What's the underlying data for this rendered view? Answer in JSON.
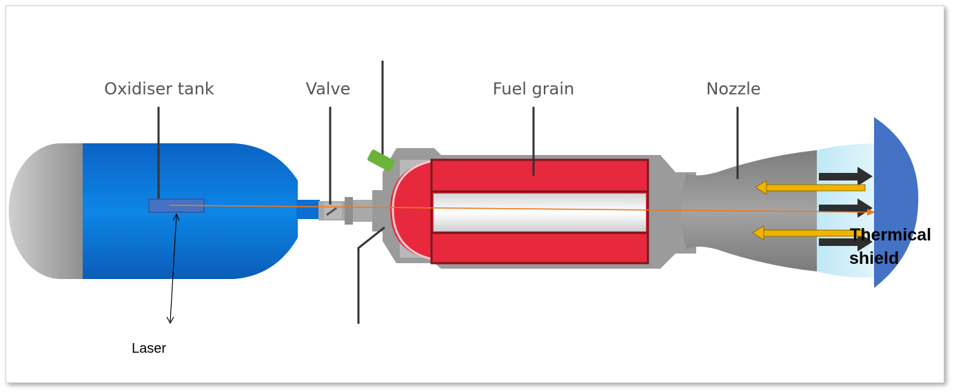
{
  "diagram": {
    "labels": {
      "oxidiser_tank": "Oxidiser tank",
      "valve": "Valve",
      "fuel_grain": "Fuel grain",
      "nozzle": "Nozzle",
      "laser": "Laser",
      "thermal_shield_line1": "Thermical",
      "thermal_shield_line2": "shield"
    },
    "colors": {
      "tank_blue": "#0a6fd0",
      "tank_dome": "#a9a9a9",
      "fuel_red": "#e8283c",
      "casing_gray": "#9a9a9a",
      "nozzle_gray": "#8c8c8c",
      "laser_beam": "#f07a1e",
      "reflect_arrow": "#f0b400",
      "exhaust_arrow": "#2e2e2e",
      "shield_blue": "#4472c4",
      "valve_green": "#6ab43a"
    }
  }
}
